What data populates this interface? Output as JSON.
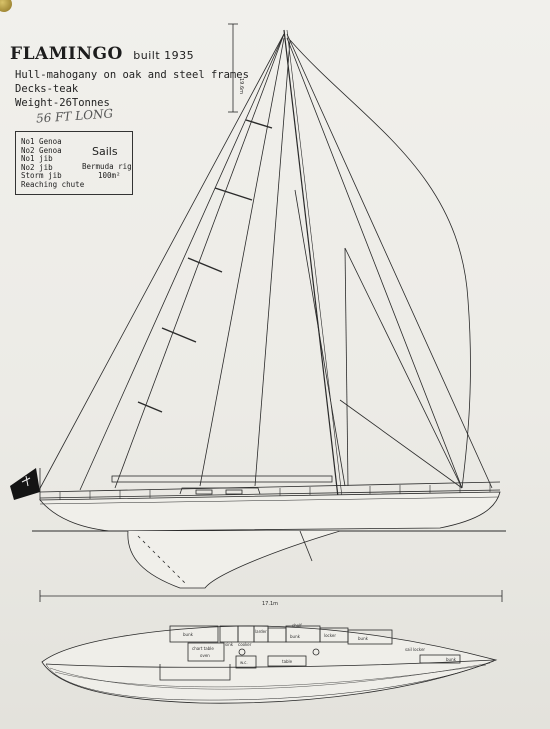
{
  "title": {
    "name": "FLAMINGO",
    "built": "built 1935"
  },
  "specs": [
    "Hull-mahogany on oak and steel frames",
    "Decks-teak",
    "Weight-26Tonnes"
  ],
  "handwritten_note": "56 FT LONG",
  "sails_box": {
    "heading": "Sails",
    "list": [
      "No1 Genoa",
      "No2 Genoa",
      "No1 jib",
      "No2 jib",
      "Storm jib",
      "Reaching chute"
    ],
    "rig": "Bermuda rig",
    "area": "100m²"
  },
  "dimensions": {
    "mast_height": "19.6m",
    "length": "17.1m"
  },
  "plan_labels": {
    "bunk_1": "bunk",
    "chart_table": "chart table",
    "oven": "oven",
    "larder": "larder",
    "cooker": "cooker",
    "sink": "sink",
    "wc": "w.c.",
    "shelf": "shelf",
    "bunk_2": "bunk",
    "locker": "locker",
    "bunk_3": "bunk",
    "table": "table",
    "sail_locker": "sail locker",
    "bunk_4": "bunk"
  },
  "colors": {
    "ink": "#2a2a2a",
    "paper": "#eeede8",
    "flag": "#141414"
  }
}
